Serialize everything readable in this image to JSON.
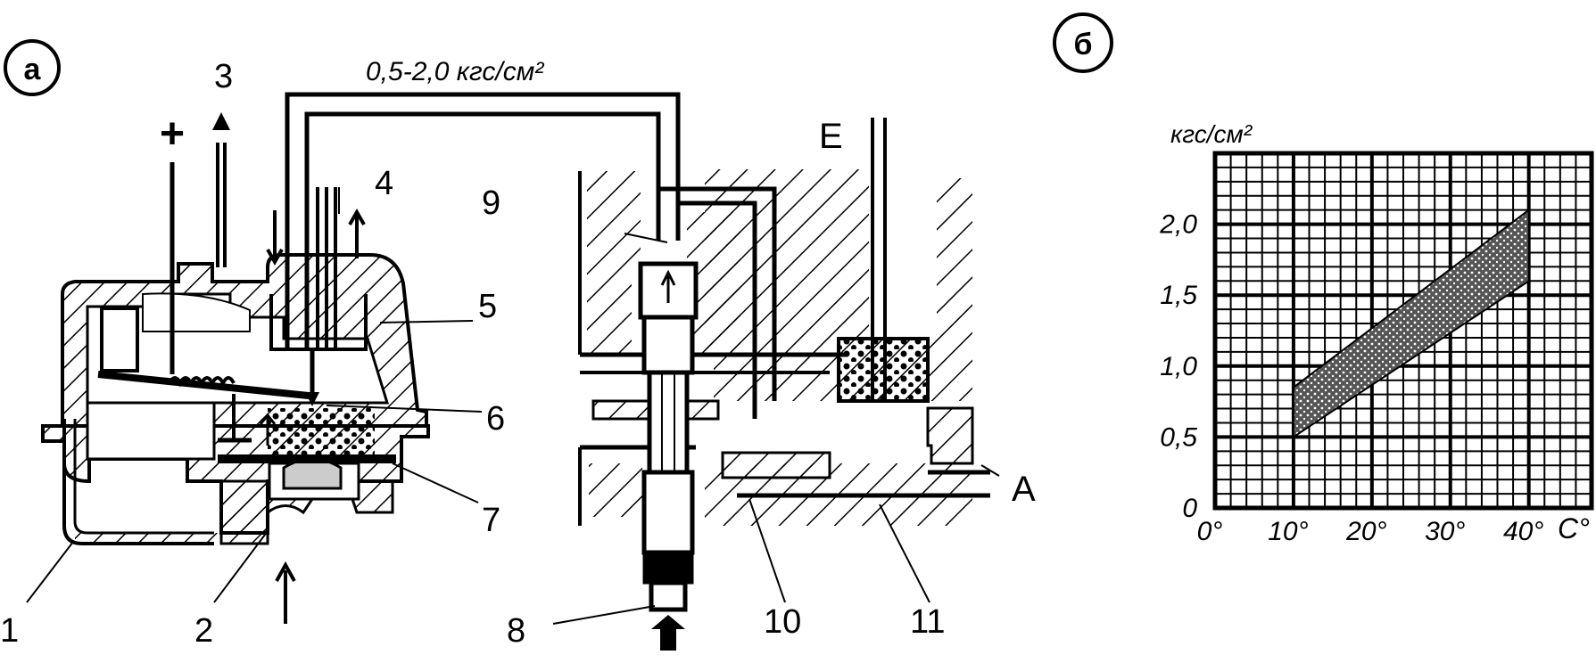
{
  "panel_a": {
    "badge": "а",
    "pressure_label": "0,5-2,0 кгс/см²",
    "plus_label": "+",
    "part_labels": [
      "1",
      "2",
      "3",
      "4",
      "5",
      "6",
      "7",
      "8",
      "9",
      "10",
      "11"
    ],
    "port_e": "E",
    "port_a": "A"
  },
  "panel_b": {
    "badge": "б"
  },
  "chart_data": {
    "type": "area",
    "title": "",
    "xlabel": "C°",
    "ylabel": "кгс/см²",
    "xlim": [
      0,
      48
    ],
    "ylim": [
      0,
      2.5
    ],
    "x_ticks": [
      "0°",
      "10°",
      "20°",
      "30°",
      "40°"
    ],
    "x_tick_values": [
      0,
      10,
      20,
      30,
      40
    ],
    "y_ticks": [
      "0",
      "0,5",
      "1,0",
      "1,5",
      "2,0"
    ],
    "y_tick_values": [
      0,
      0.5,
      1.0,
      1.5,
      2.0
    ],
    "grid": true,
    "band": {
      "x": [
        10,
        40
      ],
      "upper": [
        0.85,
        2.1
      ],
      "lower": [
        0.5,
        1.6
      ]
    }
  }
}
